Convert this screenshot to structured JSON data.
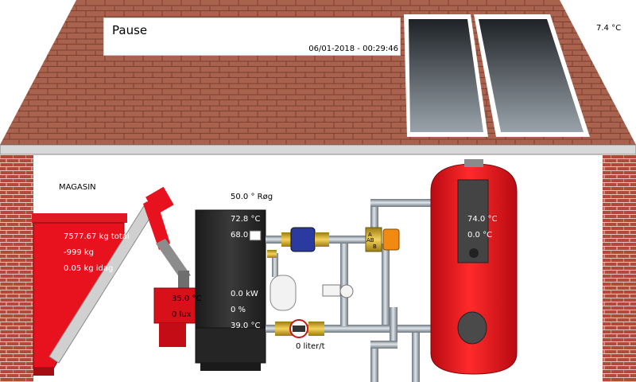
{
  "status": {
    "text": "Pause",
    "timestamp": "06/01-2018 - 00:29:46"
  },
  "outdoor": {
    "temperature": "7.4 °C"
  },
  "magazine": {
    "title": "MAGASIN",
    "total": "7577.67 kg total",
    "level": "-999 kg",
    "today": "0.05 kg idag"
  },
  "burner": {
    "temperature": "35.0 °C",
    "light": "0 lux"
  },
  "boiler": {
    "smoke": "50.0 ° Røg",
    "top_temp": "72.8 °C",
    "flow_temp": "68.0 °C",
    "power": "0.0 kW",
    "modulation": "0 %",
    "return_temp": "39.0 °C"
  },
  "flow_meter": {
    "value": "0 liter/t"
  },
  "tank": {
    "top_temp": "74.0 °C",
    "coil_temp": "0.0 °C"
  },
  "colors": {
    "roof": "#a8624d",
    "brick": "#b24a3c",
    "tank_red": "#e8121e",
    "boiler_dark": "#2b2b2b",
    "pipe": "#a9b3bb"
  }
}
